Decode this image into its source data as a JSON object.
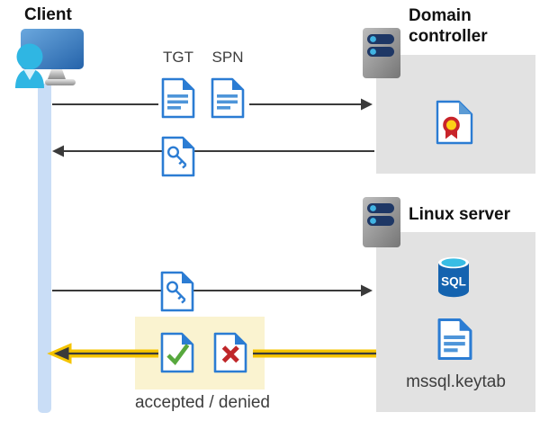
{
  "client": {
    "title": "Client"
  },
  "domain_controller": {
    "title": "Domain controller"
  },
  "linux_server": {
    "title": "Linux server",
    "sql_label": "SQL",
    "keytab_label": "mssql.keytab"
  },
  "flows": {
    "tgt_label": "TGT",
    "spn_label": "SPN",
    "result_label": "accepted / denied"
  },
  "icons": {
    "client": "client-workstation-icon",
    "server": "server-rack-icon",
    "ticket_document": "document-icon",
    "key_ticket": "key-document-icon",
    "certificate": "certificate-document-icon",
    "sql_database": "sql-database-icon",
    "accepted": "check-document-icon",
    "denied": "cross-document-icon"
  },
  "colors": {
    "doc_blue": "#2b7cd3",
    "doc_line_blue": "#4e95d9",
    "arrow_gray": "#3a3a3a",
    "highlight_yellow_bg": "#faf3d0",
    "arrow_yellow": "#f5c400",
    "accepted_green": "#57a83d",
    "denied_red": "#bf2629",
    "box_gray": "#e2e2e2",
    "timeline_blue": "#c9ddf6",
    "sql_blue": "#1463af",
    "sql_cyan": "#38bde4",
    "person_cyan": "#2fb6e3",
    "seal_red": "#c8242a",
    "seal_yellow": "#fcd116",
    "server_pill_navy": "#1e3765",
    "server_dot_cyan": "#41b4e3"
  }
}
